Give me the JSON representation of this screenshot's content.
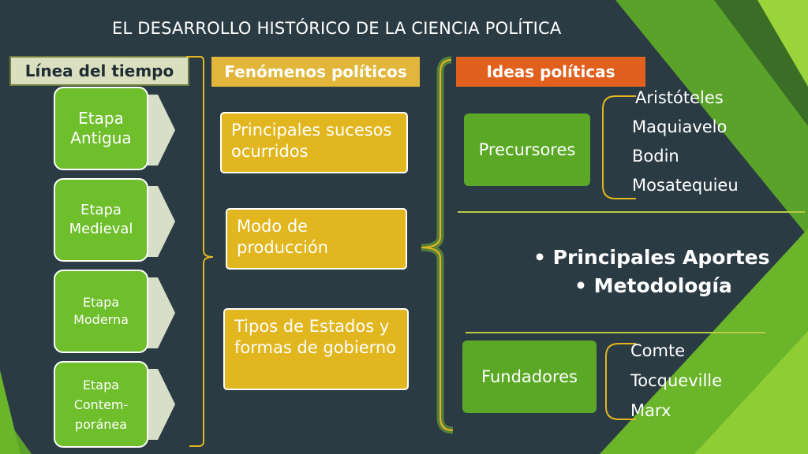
{
  "title": "EL DESARROLLO HISTÓRICO DE LA CIENCIA POLÍTICA",
  "headers": {
    "timeline": "Línea del tiempo",
    "phenomena": "Fenómenos políticos",
    "ideas": "Ideas políticas"
  },
  "stages": [
    {
      "line1": "Etapa",
      "line2": "Antigua"
    },
    {
      "line1": "Etapa",
      "line2": "Medieval"
    },
    {
      "line1": "Etapa",
      "line2": "Moderna"
    },
    {
      "line1": "Etapa",
      "line2": "Contem-",
      "line3": "poránea"
    }
  ],
  "phenomena": [
    "Principales sucesos ocurridos",
    "Modo de producción",
    "Tipos de Estados y formas de gobierno"
  ],
  "precursors": {
    "label": "Precursores",
    "names": [
      "Aristóteles",
      "Maquiavelo",
      "Bodin",
      "Mosatequieu"
    ]
  },
  "aportes": [
    "• Principales Aportes",
    "• Metodología"
  ],
  "founders": {
    "label": "Fundadores",
    "names": [
      "Comte",
      "Tocqueville",
      "Marx"
    ]
  },
  "colors": {
    "background": "#2b3b44",
    "green_box": "#6fbe2c",
    "yellow_box": "#e2b61e",
    "orange_header": "#e2601e",
    "bracket": "#e2b61e",
    "bracket_glow": "#8fd42e"
  }
}
